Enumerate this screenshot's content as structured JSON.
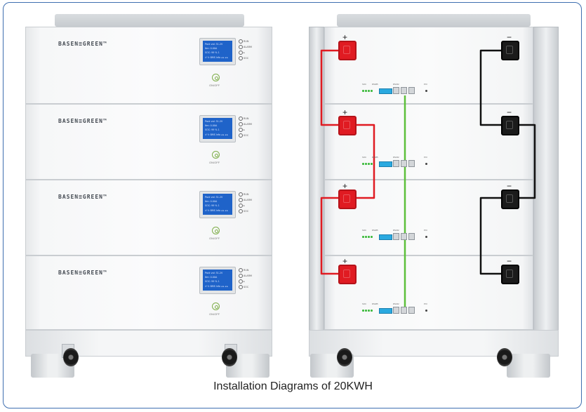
{
  "caption": "Installation Diagrams of 20KWH",
  "modules": [
    {
      "brand": "BASEN≡GREEN™",
      "lcd": {
        "line1": "Pack vol:   51.2V",
        "line2": "Itm:         0.00A",
        "line3": "SOC:         99  %  1",
        "line4": "↺ ↻  BMS Info  ◂ ▸ ◂ ▸"
      },
      "leds": [
        "RUN",
        "ALARM",
        "▸",
        "SOC"
      ],
      "power_label": "ON/OFF"
    },
    {
      "brand": "BASEN≡GREEN™",
      "lcd": {
        "line1": "Pack vol:   51.2V",
        "line2": "Itm:         0.00A",
        "line3": "SOC:         99  %  1",
        "line4": "↺ ↻  BMS Info  ◂ ▸ ◂ ▸"
      },
      "leds": [
        "RUN",
        "ALARM",
        "▸",
        "SOC"
      ],
      "power_label": "ON/OFF"
    },
    {
      "brand": "BASEN≡GREEN™",
      "lcd": {
        "line1": "Pack vol:   51.2V",
        "line2": "Itm:         0.00A",
        "line3": "SOC:         99  %  1",
        "line4": "↺ ↻  BMS Info  ◂ ▸ ◂ ▸"
      },
      "leds": [
        "RUN",
        "ALARM",
        "▸",
        "SOC"
      ],
      "power_label": "ON/OFF"
    },
    {
      "brand": "BASEN≡GREEN™",
      "lcd": {
        "line1": "Pack vol:   51.2V",
        "line2": "Itm:         0.00A",
        "line3": "SOC:         99  %  1",
        "line4": "↺ ↻  BMS Info  ◂ ▸ ◂ ▸"
      },
      "leds": [
        "RUN",
        "ALARM",
        "▸",
        "SOC"
      ],
      "power_label": "ON/OFF"
    }
  ],
  "rear": {
    "pos_sign": "+",
    "neg_sign": "−",
    "panel_labels": [
      "SOC",
      "RUN",
      "RS485",
      "ADD",
      "RS232",
      "RS485",
      "RS485",
      "P/O"
    ],
    "colors": {
      "positive": "#e01b22",
      "negative": "#111111",
      "comm": "#5cbf3a"
    }
  }
}
